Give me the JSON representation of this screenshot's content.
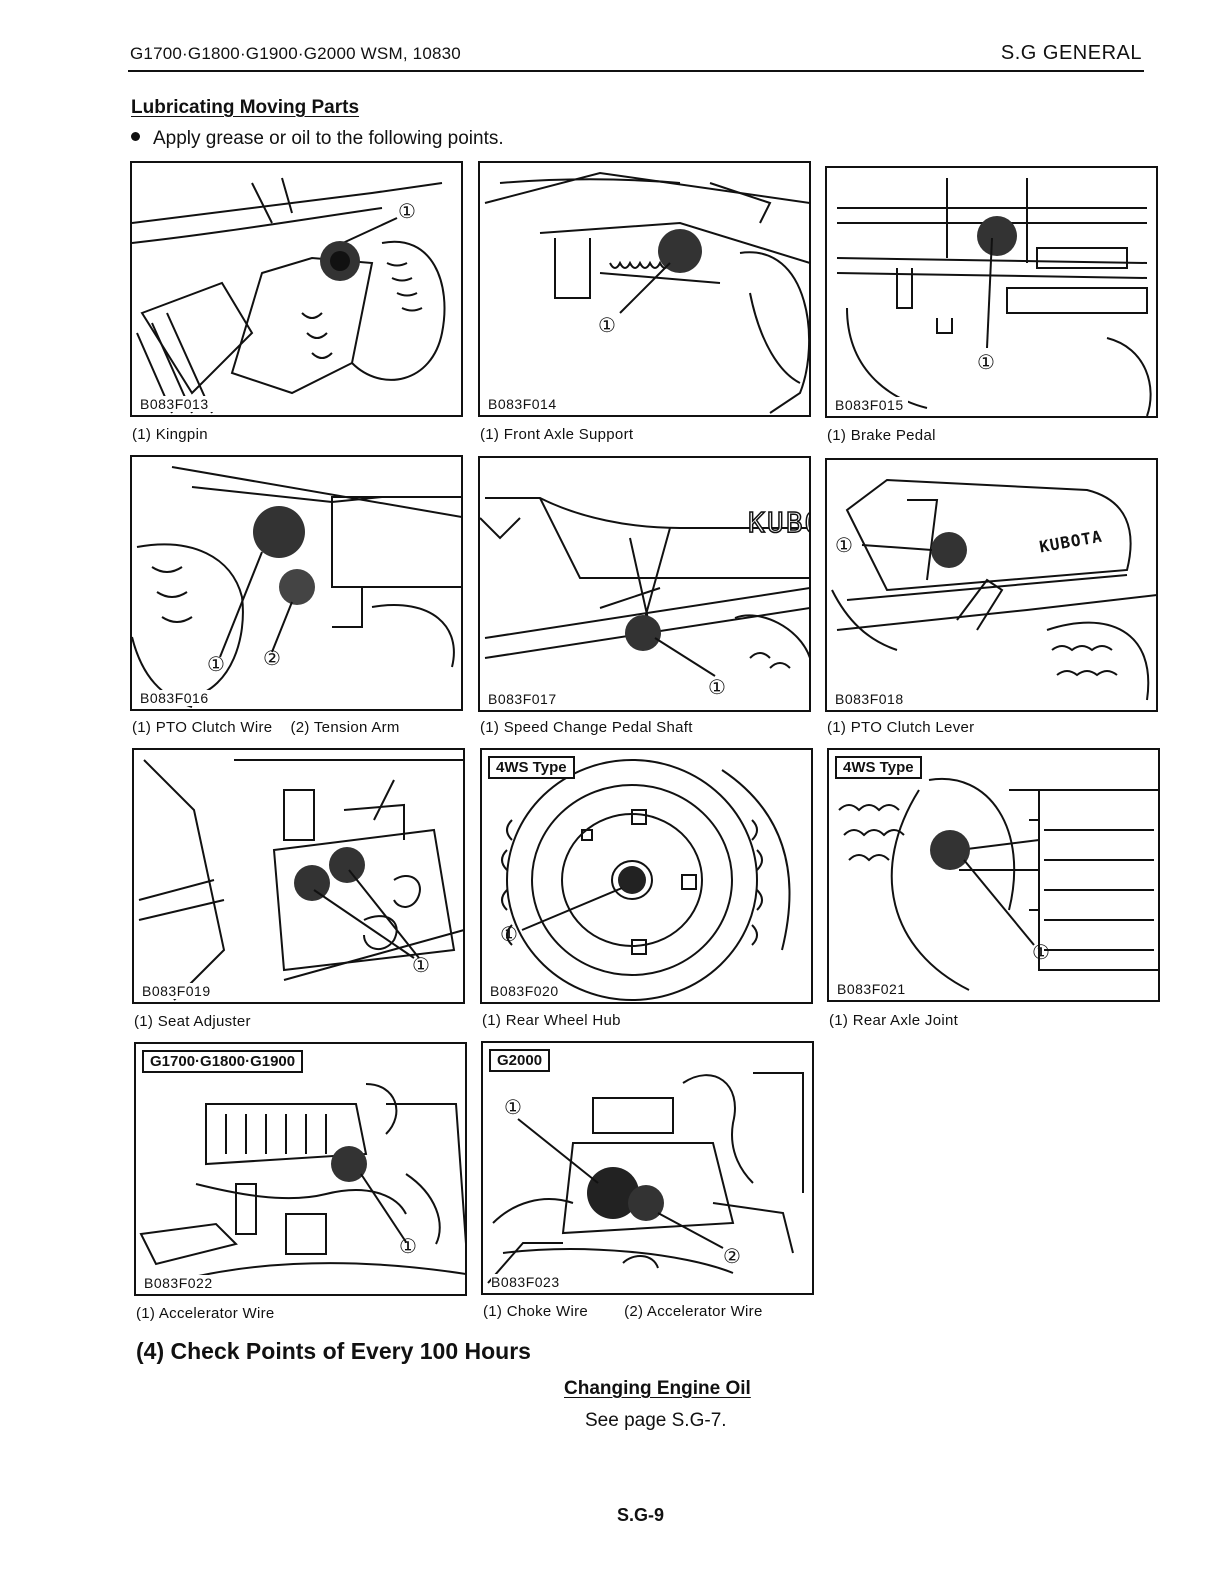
{
  "header": {
    "left": "G1700·G1800·G1900·G2000  WSM, 10830",
    "right": "S.G GENERAL"
  },
  "section": {
    "title": "Lubricating Moving Parts",
    "bullet": "Apply grease or oil to the following points."
  },
  "figures": [
    {
      "code": "B083F013",
      "tag": "",
      "callouts": [
        "①"
      ],
      "caption": [
        "(1)  Kingpin"
      ]
    },
    {
      "code": "B083F014",
      "tag": "",
      "callouts": [
        "①"
      ],
      "caption": [
        "(1)  Front Axle Support"
      ]
    },
    {
      "code": "B083F015",
      "tag": "",
      "callouts": [
        "①"
      ],
      "caption": [
        "(1)  Brake Pedal"
      ]
    },
    {
      "code": "B083F016",
      "tag": "",
      "callouts": [
        "①",
        "②"
      ],
      "caption": [
        "(1)  PTO Clutch Wire",
        "(2)  Tension Arm"
      ]
    },
    {
      "code": "B083F017",
      "tag": "",
      "callouts": [
        "①"
      ],
      "brand": "KUBO",
      "caption": [
        "(1)  Speed Change Pedal Shaft"
      ]
    },
    {
      "code": "B083F018",
      "tag": "",
      "callouts": [
        "①"
      ],
      "brand": "KUBOTA",
      "caption": [
        "(1)  PTO Clutch Lever"
      ]
    },
    {
      "code": "B083F019",
      "tag": "",
      "callouts": [
        "①"
      ],
      "caption": [
        "(1)  Seat Adjuster"
      ]
    },
    {
      "code": "B083F020",
      "tag": "4WS Type",
      "callouts": [
        "①"
      ],
      "caption": [
        "(1)  Rear Wheel Hub"
      ]
    },
    {
      "code": "B083F021",
      "tag": "4WS Type",
      "callouts": [
        "①"
      ],
      "caption": [
        "(1)  Rear Axle Joint"
      ]
    },
    {
      "code": "B083F022",
      "tag": "G1700·G1800·G1900",
      "callouts": [
        "①"
      ],
      "caption": [
        "(1)  Accelerator Wire"
      ]
    },
    {
      "code": "B083F023",
      "tag": "G2000",
      "callouts": [
        "①",
        "②"
      ],
      "caption": [
        "(1)  Choke Wire",
        "(2)  Accelerator Wire"
      ]
    }
  ],
  "check_section": {
    "title": "(4) Check Points of Every 100 Hours",
    "subtitle": "Changing Engine Oil",
    "reference": "See page S.G-7."
  },
  "page_number": "S.G-9"
}
